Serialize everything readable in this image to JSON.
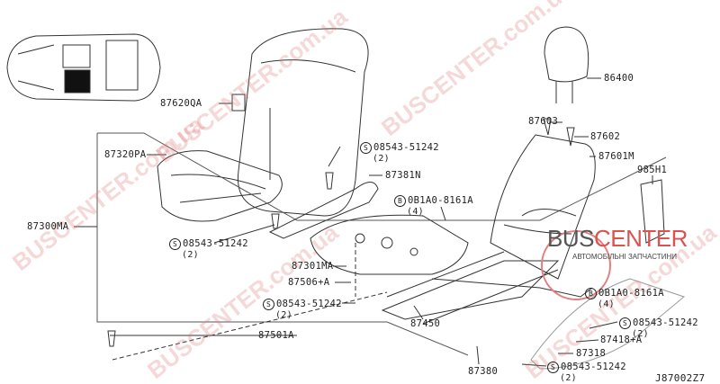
{
  "diagram_id": "J87002Z7",
  "watermark": {
    "text": "BUSCENTER.com.ua",
    "logo_name_a": "BUS",
    "logo_name_b": "CENTER",
    "logo_sub": "АВТОМОБІЛЬНІ ЗАПЧАСТИНИ"
  },
  "labels": {
    "p87620QA": "87620QA",
    "p87320PA": "87320PA",
    "p87300MA": "87300MA",
    "s1": {
      "symbol": "S",
      "code": "08543-51242",
      "qty": "(2)"
    },
    "p87381N": "87381N",
    "b1": {
      "symbol": "B",
      "code": "0B1A0-8161A",
      "qty": "(4)"
    },
    "s2": {
      "symbol": "S",
      "code": "08543-51242",
      "qty": "(2)"
    },
    "p87301MA": "87301MA",
    "p87506A": "87506+A",
    "s3": {
      "symbol": "S",
      "code": "08543-51242",
      "qty": "(2)"
    },
    "p87450": "87450",
    "p87501A": "87501A",
    "p87380": "87380",
    "p86400": "86400",
    "p87603": "87603",
    "p87602": "87602",
    "p87601M": "87601M",
    "p985H1": "985H1",
    "b2": {
      "symbol": "B",
      "code": "0B1A0-8161A",
      "qty": "(4)"
    },
    "s4": {
      "symbol": "S",
      "code": "08543-51242",
      "qty": "(2)"
    },
    "p87418A": "87418+A",
    "p87318": "87318",
    "s5": {
      "symbol": "S",
      "code": "08543-51242",
      "qty": "(2)"
    }
  }
}
